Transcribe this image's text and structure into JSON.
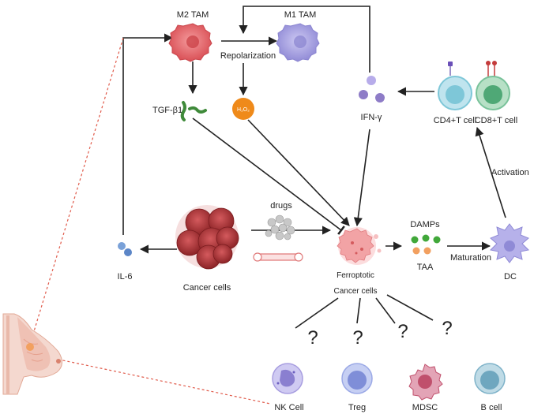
{
  "labels": {
    "m2_tam": "M2 TAM",
    "m1_tam": "M1 TAM",
    "repolarization": "Repolarization",
    "tgf_b1": "TGF-β1",
    "h2o2": "H₂O₂",
    "ifn_g": "IFN-γ",
    "cd4_t": "CD4+T cell",
    "cd8_t": "CD8+T cell",
    "activation": "Activation",
    "drugs": "drugs",
    "il6": "IL-6",
    "cancer_cells": "Cancer cells",
    "ferroptotic_1": "Ferroptotic",
    "ferroptotic_2": "Cancer cells",
    "damps": "DAMPs",
    "taa": "TAA",
    "maturation": "Maturation",
    "dc": "DC",
    "nk": "NK Cell",
    "treg": "Treg",
    "mdsc": "MDSC",
    "b_cell": "B cell",
    "question": "?"
  },
  "colors": {
    "m2": "#e2676b",
    "m1": "#a8a3e0",
    "tgf": "#3f8a3a",
    "h2o2": "#ef8a1a",
    "ifn": "#8e7cc7",
    "cd4": "#7ec7d8",
    "cd8": "#79c29a",
    "cancer": "#b8383b",
    "ferro": "#f2a3a5",
    "damp_green": "#41a83a",
    "taa_orange": "#f2a060",
    "dc": "#8f8ad6",
    "nk": "#a89ee0",
    "treg": "#9ba9e6",
    "mdsc": "#c0506c",
    "bcell": "#7fb3c9",
    "tissue_line": "#e05a4a"
  }
}
